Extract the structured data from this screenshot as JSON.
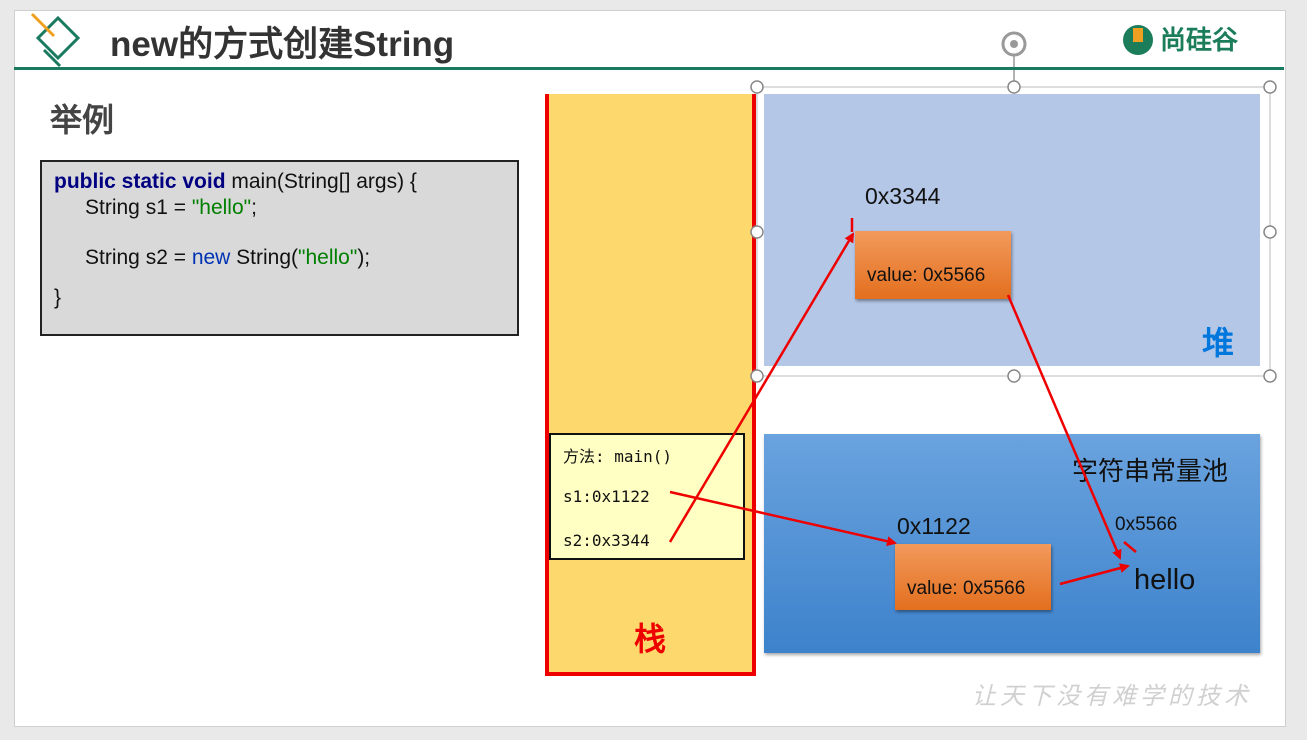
{
  "title": "new的方式创建String",
  "logo_text": "尚硅谷",
  "section_title": "举例",
  "code": {
    "l1_kw": "public static void",
    "l1_rest": " main(String[] args) {",
    "l2_a": "String s1 = ",
    "l2_str": "\"hello\"",
    "l2_end": ";",
    "l3_a": "String s2 = ",
    "l3_kw": "new",
    "l3_b": " String(",
    "l3_str": "\"hello\"",
    "l3_end": ");",
    "l4": "}"
  },
  "stack": {
    "label": "栈",
    "frame_method": "方法: main()",
    "s1": "s1:0x1122",
    "s2": "s2:0x3344"
  },
  "heap": {
    "label": "堆",
    "obj_addr": "0x3344",
    "obj_value": "value: 0x5566"
  },
  "pool": {
    "label": "字符串常量池",
    "obj_addr": "0x1122",
    "obj_value": "value: 0x5566",
    "literal_addr": "0x5566",
    "literal": "hello"
  },
  "footer": "让天下没有难学的技术",
  "colors": {
    "accent": "#1a7a60",
    "arrow": "#ee0000",
    "stack_fill": "#fdd86c",
    "heap_fill": "#b4c7e7",
    "pool_fill": "#4a8fd6",
    "object_fill": "#ec7c30"
  }
}
